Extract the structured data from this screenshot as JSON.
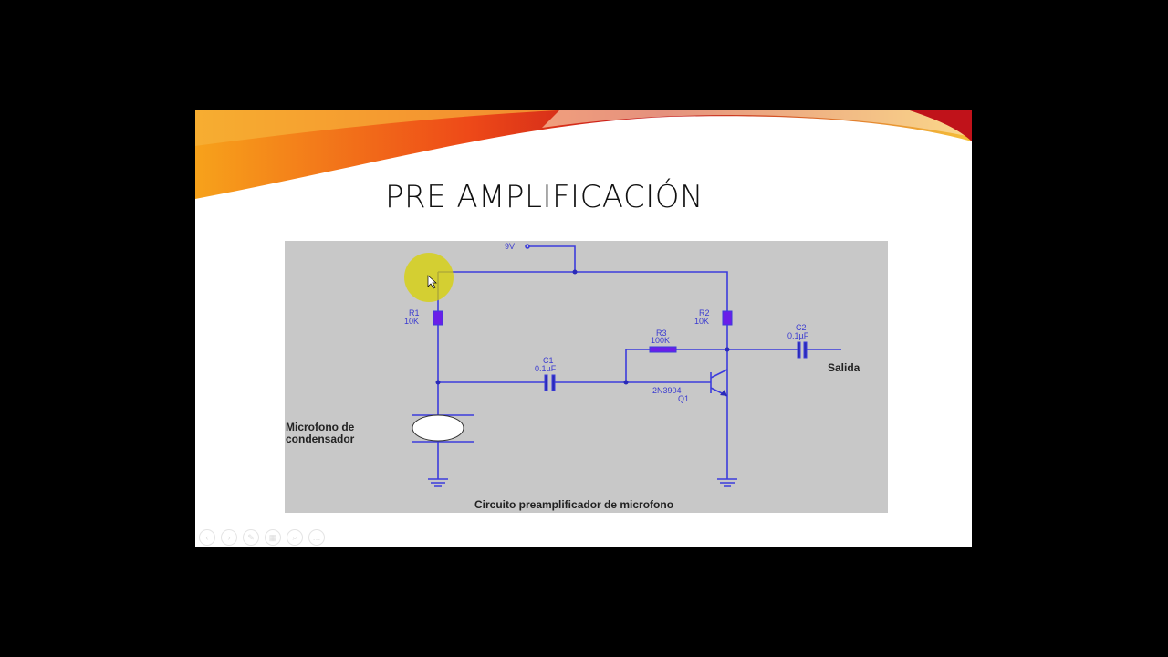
{
  "slide": {
    "title": "PRE AMPLIFICACIÓN",
    "accent_colors": [
      "#e8321a",
      "#f7a21b",
      "#c0121a"
    ]
  },
  "diagram": {
    "caption": "Circuito preamplificador de microfono",
    "supply": "9V",
    "r1": {
      "name": "R1",
      "value": "10K"
    },
    "r2": {
      "name": "R2",
      "value": "10K"
    },
    "r3": {
      "name": "R3",
      "value": "100K"
    },
    "c1": {
      "name": "C1",
      "value": "0.1µF"
    },
    "c2": {
      "name": "C2",
      "value": "0.1µF"
    },
    "transistor": {
      "model": "2N3904",
      "name": "Q1"
    },
    "mic_label_1": "Microfono de",
    "mic_label_2": "condensador",
    "output": "Salida",
    "wire_color": "#3c3cdc",
    "component_color": "#6a1ee8"
  },
  "controls": [
    "previous-icon",
    "next-icon",
    "pen-icon",
    "slides-icon",
    "zoom-icon",
    "more-icon"
  ]
}
